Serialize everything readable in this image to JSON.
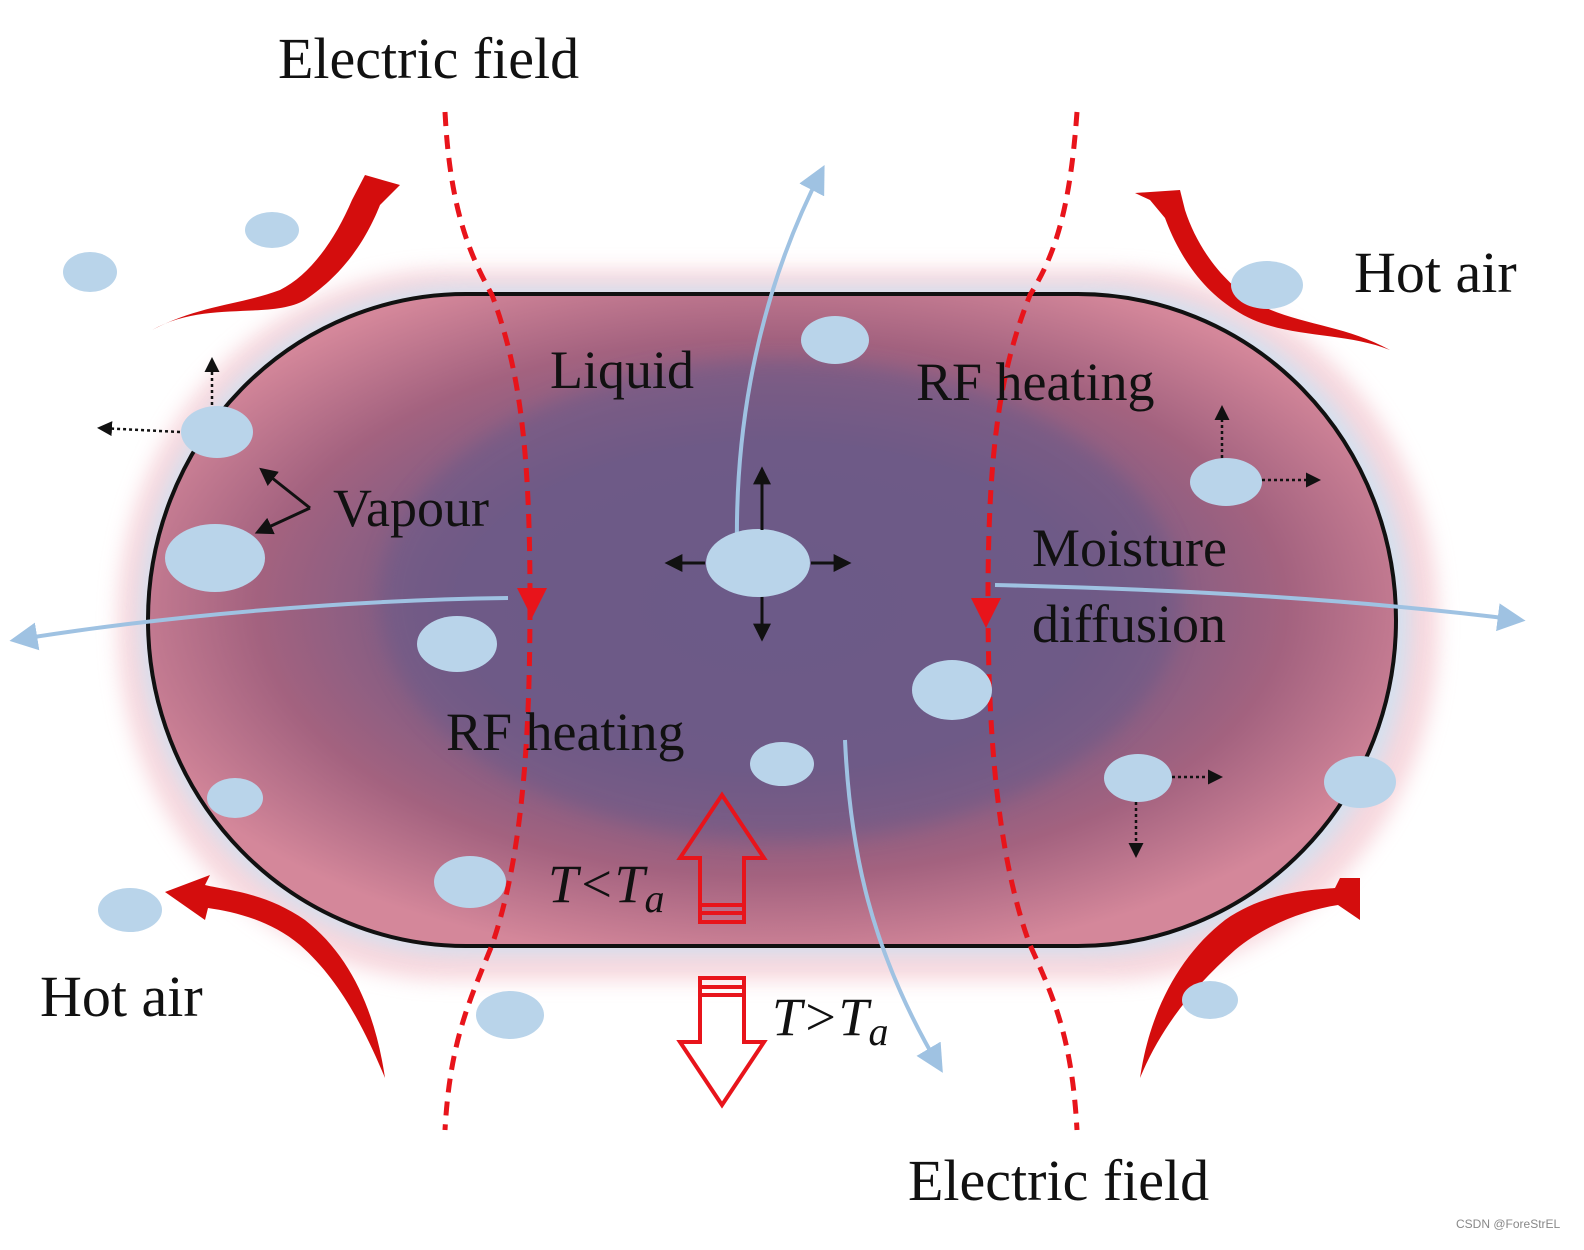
{
  "labels": {
    "electric_field_top": "Electric field",
    "electric_field_bottom": "Electric field",
    "hot_air_right": "Hot air",
    "hot_air_left": "Hot air",
    "liquid": "Liquid",
    "rf_heating_upper": "RF heating",
    "rf_heating_lower": "RF heating",
    "vapour": "Vapour",
    "moisture": "Moisture",
    "diffusion": "diffusion",
    "t_lt_ta_base": "T<T",
    "t_lt_ta_sub": "a",
    "t_gt_ta_base": "T>T",
    "t_gt_ta_sub": "a"
  },
  "watermark": "CSDN @ForeStrEL",
  "colors": {
    "field_line": "#e8141b",
    "hot_air_arrow": "#d40d0d",
    "bubble": "#b9d4ea",
    "moisture_arrow": "#9fc2e2",
    "core": "#6e5a86",
    "rim": "#b86a84",
    "outline": "#111111"
  },
  "icons": {
    "hot_air": "curved-arrow-icon",
    "temperature": "hollow-arrow-icon",
    "expansion": "crosshair-arrows-icon"
  }
}
